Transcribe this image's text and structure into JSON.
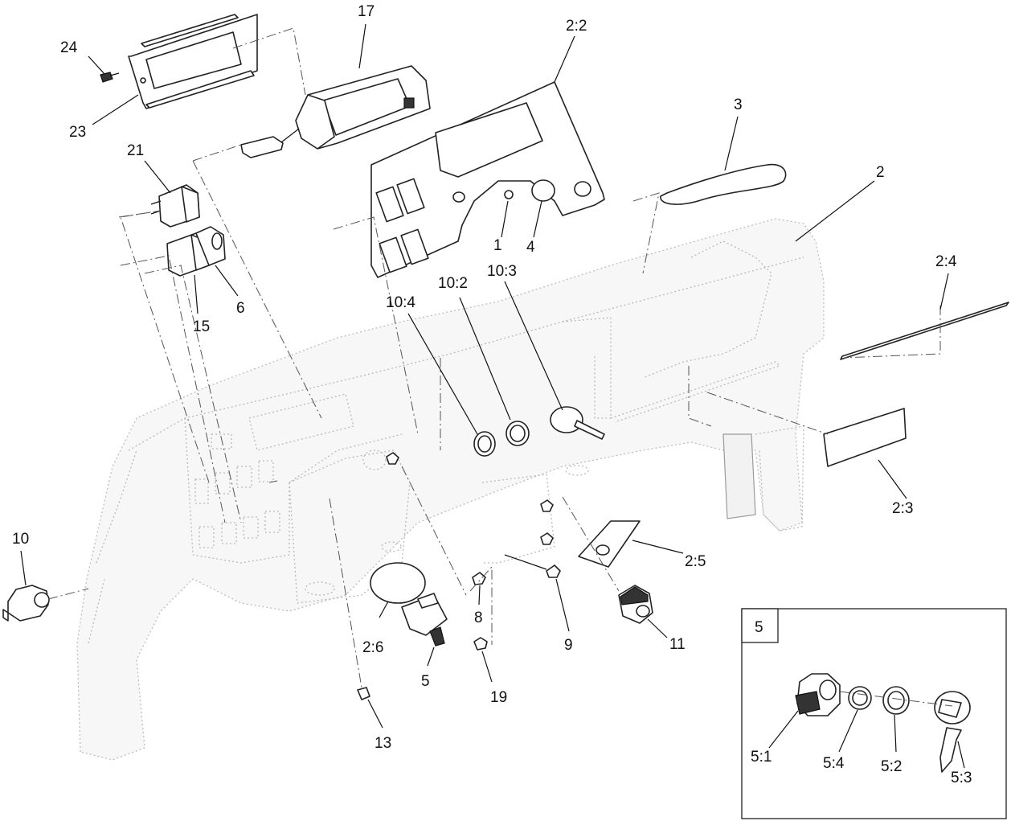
{
  "diagram": {
    "callouts": {
      "c17": "17",
      "c24": "24",
      "c23": "23",
      "c21": "21",
      "c15": "15",
      "c6": "6",
      "c2_2": "2:2",
      "c3": "3",
      "c2": "2",
      "c1": "1",
      "c4": "4",
      "c10_2": "10:2",
      "c10_3": "10:3",
      "c10_4": "10:4",
      "c2_4": "2:4",
      "c2_3": "2:3",
      "c2_5": "2:5",
      "c10": "10",
      "c11": "11",
      "c9": "9",
      "c8": "8",
      "c2_6": "2:6",
      "c5": "5",
      "c19": "19",
      "c13": "13"
    },
    "inset": {
      "title": "5",
      "c5_1": "5:1",
      "c5_4": "5:4",
      "c5_2": "5:2",
      "c5_3": "5:3"
    }
  }
}
